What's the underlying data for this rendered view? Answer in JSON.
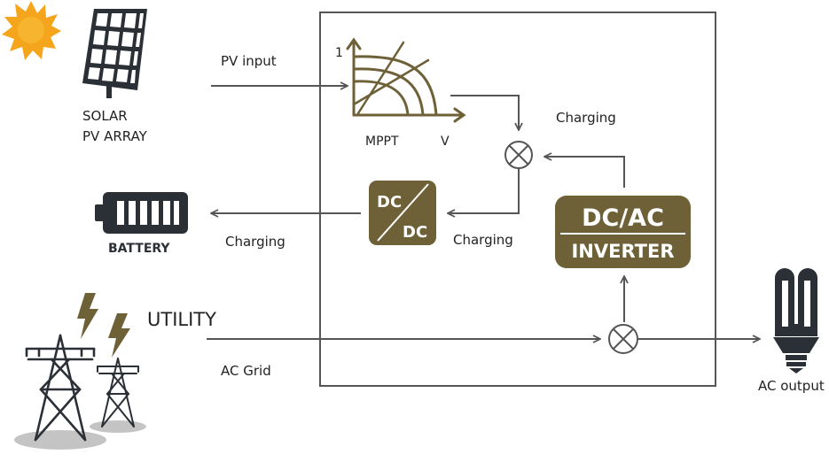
{
  "colors": {
    "line": "#555555",
    "accent": "#6e6037",
    "dark": "#2b2f36",
    "battery_cell": "#ffffff",
    "sun": "#f5a51c",
    "shadow": "#c4c4c4",
    "text": "#222222"
  },
  "solar": {
    "label_line1": "SOLAR",
    "label_line2": "PV ARRAY",
    "icon": "solar-panel-icon"
  },
  "battery": {
    "label": "BATTERY",
    "icon": "battery-icon"
  },
  "utility": {
    "label": "UTILITY",
    "icon": "power-tower-icon"
  },
  "flows": {
    "pv_input": "PV input",
    "charging_top": "Charging",
    "charging_dcdc": "Charging",
    "charging_battery": "Charging",
    "ac_grid": "AC Grid",
    "ac_output": "AC output"
  },
  "mppt": {
    "y_tick": "1",
    "label": "MPPT",
    "x_label": "V"
  },
  "dcdc": {
    "top": "DC",
    "bottom": "DC"
  },
  "inverter": {
    "line1": "DC/AC",
    "line2": "INVERTER"
  },
  "icons": {
    "sun": "sun-icon",
    "lightning": "lightning-icon",
    "bulb": "light-bulb-icon",
    "mixer": "mixer-node-icon"
  }
}
